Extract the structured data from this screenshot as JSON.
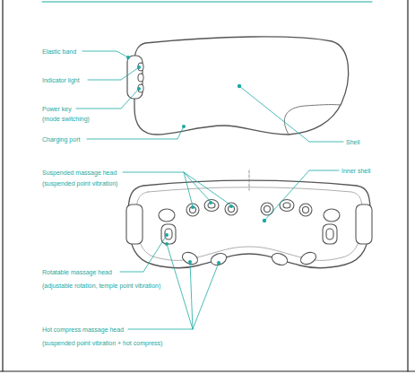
{
  "diagram": {
    "labels": [
      "Elastic band",
      "Indicator light",
      "Power key",
      "(mode switching)",
      "Charging port",
      "Shell",
      "Suspended massage head",
      "(suspended point vibration)",
      "Inner shell",
      "Rotatable massage head",
      "(adjustable rotation, temple point vibration)",
      "Hot compress massage head",
      "(suspended point vibration + hot compress)"
    ]
  }
}
